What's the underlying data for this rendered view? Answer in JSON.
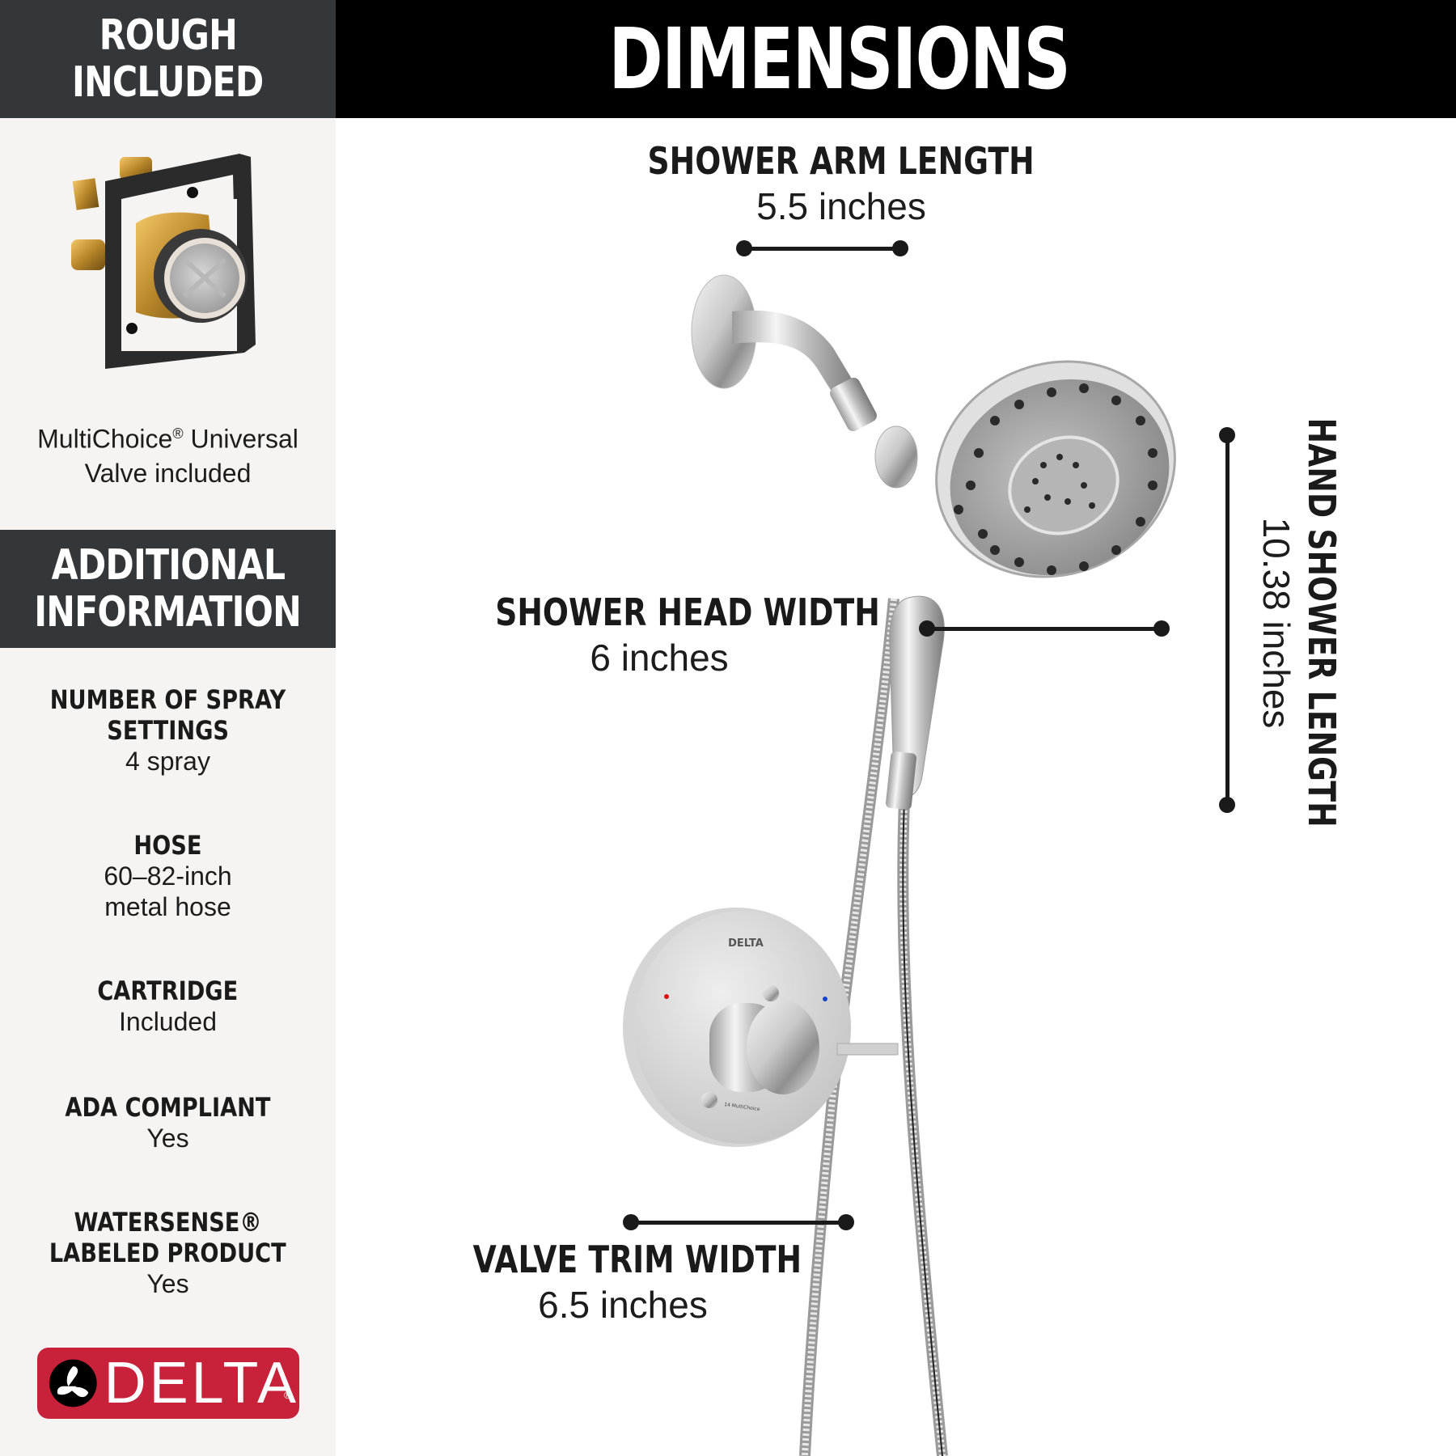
{
  "sidebar": {
    "rough_heading": [
      "ROUGH",
      "INCLUDED"
    ],
    "valve_caption": {
      "line1_brand": "MultiChoice",
      "reg_mark": "®",
      "line1_rest": " Universal",
      "line2": "Valve included"
    },
    "additional_heading": [
      "ADDITIONAL",
      "INFORMATION"
    ],
    "items": [
      {
        "label_lines": [
          "NUMBER OF SPRAY",
          "SETTINGS"
        ],
        "value_lines": [
          "4 spray"
        ]
      },
      {
        "label_lines": [
          "HOSE"
        ],
        "value_lines": [
          "60–82-inch",
          "metal hose"
        ]
      },
      {
        "label_lines": [
          "CARTRIDGE"
        ],
        "value_lines": [
          "Included"
        ]
      },
      {
        "label_lines": [
          "ADA COMPLIANT"
        ],
        "value_lines": [
          "Yes"
        ]
      },
      {
        "label_lines": [
          "WATERSENSE®",
          "LABELED PRODUCT"
        ],
        "value_lines": [
          "Yes"
        ]
      }
    ],
    "logo": {
      "text": "DELTA",
      "reg": "®",
      "color": "#c8223a"
    }
  },
  "header": {
    "title": "DIMENSIONS"
  },
  "dimensions": {
    "shower_arm": {
      "label": "SHOWER ARM LENGTH",
      "value": "5.5 inches"
    },
    "shower_head": {
      "label": "SHOWER HEAD WIDTH",
      "value": "6 inches"
    },
    "hand_shower": {
      "label": "HAND SHOWER LENGTH",
      "value": "10.38 inches"
    },
    "valve_trim": {
      "label": "VALVE TRIM WIDTH",
      "value": "6.5 inches"
    }
  },
  "product": {
    "trim_brand": "DELTA",
    "trim_small_text": "14 MultiChoice"
  },
  "colors": {
    "sidebar_bg": "#f5f4f2",
    "sidebar_heading_bg": "#33373a",
    "header_bg": "#000000",
    "accent_red": "#c8223a",
    "ink": "#1a1a1a"
  }
}
